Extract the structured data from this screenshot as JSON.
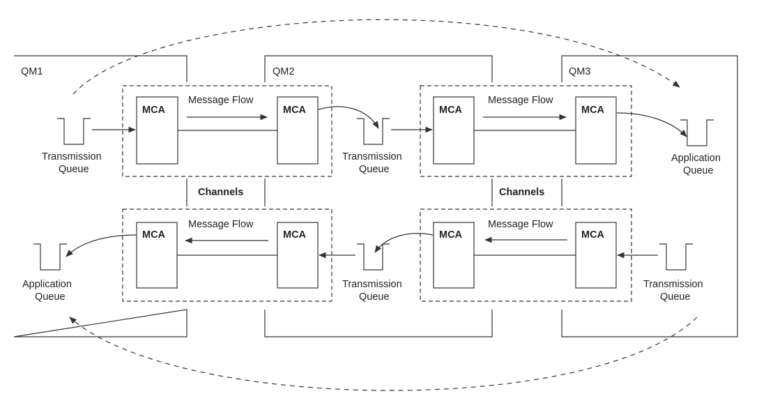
{
  "queue_managers": {
    "qm1": "QM1",
    "qm2": "QM2",
    "qm3": "QM3"
  },
  "mca_label": "MCA",
  "message_flow_label": "Message Flow",
  "channels_label": "Channels",
  "queues": {
    "transmission_line1": "Transmission",
    "transmission_line2": "Queue",
    "application_line1": "Application",
    "application_line2": "Queue"
  }
}
